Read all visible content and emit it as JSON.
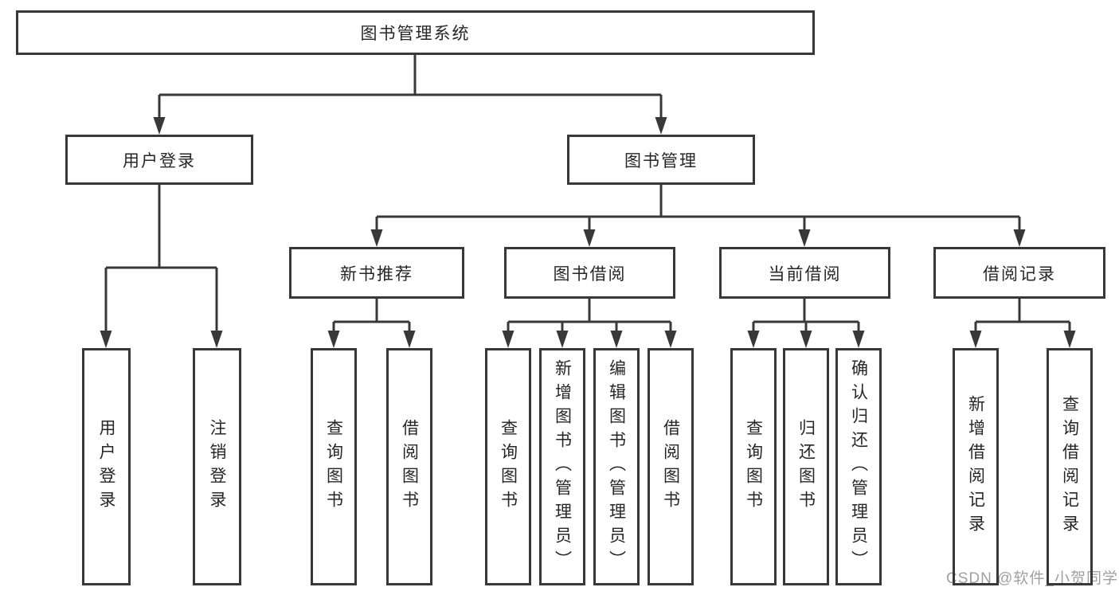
{
  "diagram": {
    "root": {
      "label": "图书管理系统"
    },
    "branches": [
      {
        "label": "用户登录",
        "leaves": [
          {
            "label": "用户登录"
          },
          {
            "label": "注销登录"
          }
        ]
      },
      {
        "label": "图书管理",
        "groups": [
          {
            "label": "新书推荐",
            "leaves": [
              {
                "label": "查询图书"
              },
              {
                "label": "借阅图书"
              }
            ]
          },
          {
            "label": "图书借阅",
            "leaves": [
              {
                "label": "查询图书"
              },
              {
                "label": "新增图书（管理员）"
              },
              {
                "label": "编辑图书（管理员）"
              },
              {
                "label": "借阅图书"
              }
            ]
          },
          {
            "label": "当前借阅",
            "leaves": [
              {
                "label": "查询图书"
              },
              {
                "label": "归还图书"
              },
              {
                "label": "确认归还（管理员）"
              }
            ]
          },
          {
            "label": "借阅记录",
            "leaves": [
              {
                "label": "新增借阅记录"
              },
              {
                "label": "查询借阅记录"
              }
            ]
          }
        ]
      }
    ]
  },
  "watermark": {
    "text": "CSDN @软件_小贺同学"
  },
  "colors": {
    "line": "#383838",
    "text": "#262626",
    "watermark": "#a0a0a0",
    "background": "#ffffff"
  }
}
